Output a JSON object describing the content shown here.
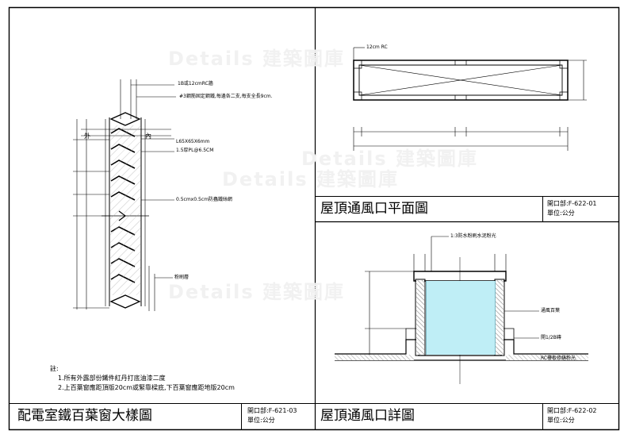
{
  "watermark": "Details 建築圖庫",
  "left_panel": {
    "callouts": {
      "rc_wall": "1B或12cmRC牆",
      "rebar": "#3鋼筋固定鋼鐵,每邊各二支,每支全長9cm.",
      "angle": "L65X65X6mm",
      "plate": "1.5厚PL@6.5CM",
      "mesh": "0.5cmx0.5cm防蟲鐵絲網",
      "plaster": "粉刷層"
    },
    "label_outside": "外",
    "label_inside": "內",
    "notes": {
      "heading": "註:",
      "line1": "1.所有外露部份鐵件紅丹打底油漆二度",
      "line2": "2.上百葉窗應距頂版20cm或緊靠樑底,下百葉窗應距地版20cm"
    },
    "title": "配電室鐵百葉窗大樣圖",
    "code": "開口部:F-621-03",
    "unit": "單位:公分"
  },
  "top_right_panel": {
    "callout": "12cm RC",
    "title": "屋頂通風口平面圖",
    "code": "開口部:F-622-01",
    "unit": "單位:公分"
  },
  "bottom_right_panel": {
    "callouts": {
      "waterproof": "1:3防水粉刷水泥粉光",
      "vent": "通風百葉",
      "brick": "開1/2B磚",
      "slab": "RC樓板修繕粉光"
    },
    "title": "屋頂通風口詳圖",
    "code": "開口部:F-622-02",
    "unit": "單位:公分"
  }
}
